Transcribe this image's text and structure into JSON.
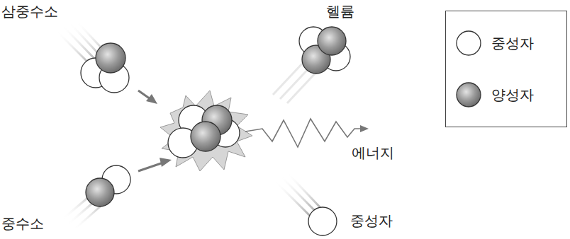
{
  "diagram": {
    "labels": [
      "삼중수소",
      "헬륨",
      "에너지",
      "중수소",
      "중성자"
    ],
    "legend": [
      {
        "text": "중성자"
      },
      {
        "text": "양성자"
      }
    ]
  }
}
